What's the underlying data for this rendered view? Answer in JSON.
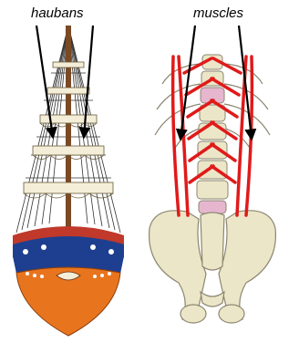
{
  "labels": {
    "left": "haubans",
    "right": "muscles"
  },
  "colors": {
    "hull_orange": "#e8751e",
    "hull_blue": "#1e3f8f",
    "hull_band_red": "#c0392b",
    "mast_brown": "#7a4a25",
    "sail_cream": "#f4eed8",
    "bone_cream": "#ece6c8",
    "bone_outline": "#8c8670",
    "muscle_red": "#e01a1a",
    "disc_pink": "#e6b6cf",
    "arrow": "#000000"
  },
  "icons": [
    "ship-illustration",
    "spine-illustration"
  ]
}
